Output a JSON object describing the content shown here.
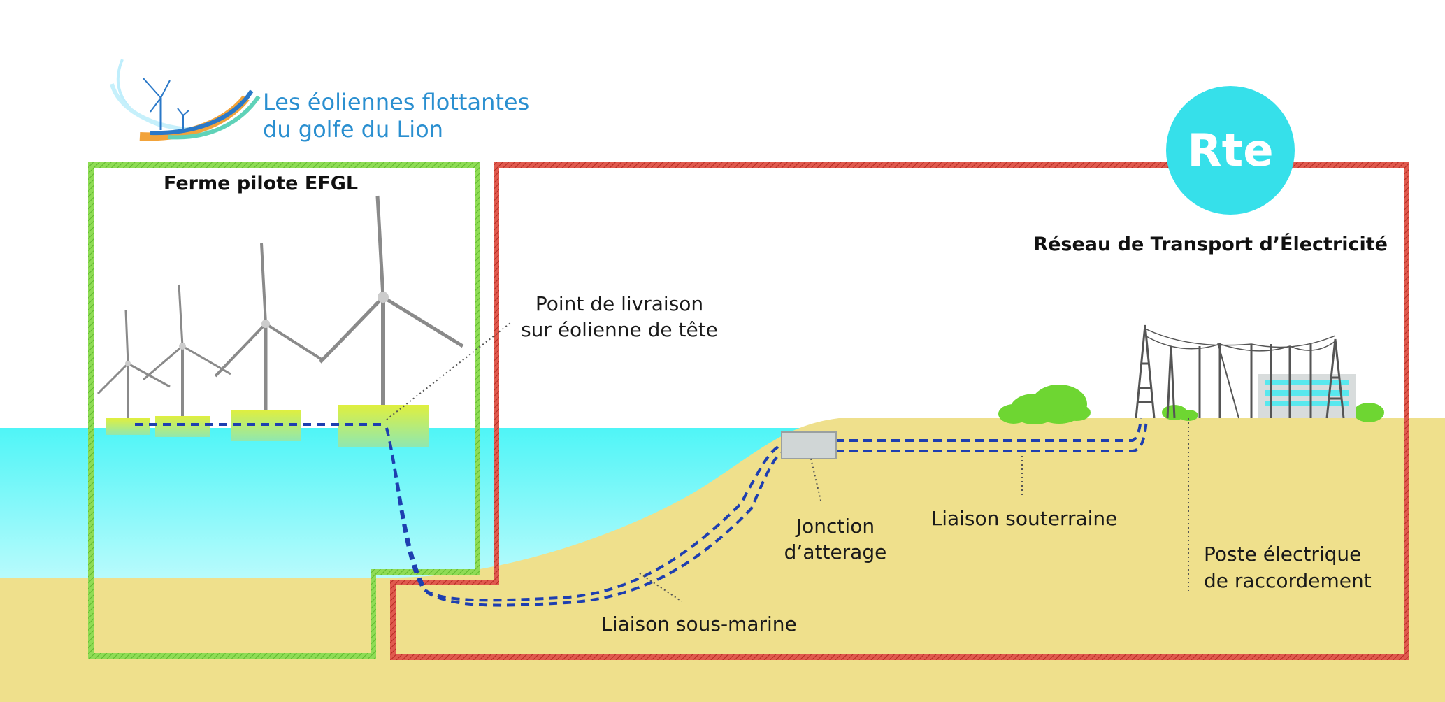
{
  "logo": {
    "line1": "Les éoliennes flottantes",
    "line2": "du golfe du Lion"
  },
  "rte_logo": {
    "text": "Rte"
  },
  "zones": {
    "efgl_title": "Ferme pilote EFGL",
    "rte_title": "Réseau de Transport d’Électricité"
  },
  "labels": {
    "point_livraison_1": "Point de livraison",
    "point_livraison_2": "sur éolienne de tête",
    "jonction_1": "Jonction",
    "jonction_2": "d’atterage",
    "souterraine": "Liaison souterraine",
    "poste_1": "Poste électrique",
    "poste_2": "de raccordement",
    "sous_marine": "Liaison sous-marine"
  },
  "colors": {
    "sea_top": "#52f5f7",
    "sea_bottom": "#b3fbfc",
    "sand": "#efe08c",
    "green_frame": "#7fd14a",
    "red_frame": "#d8463c",
    "cable": "#1e3fb0",
    "rte": "#36e0ea",
    "float": "#d8ec4a"
  }
}
